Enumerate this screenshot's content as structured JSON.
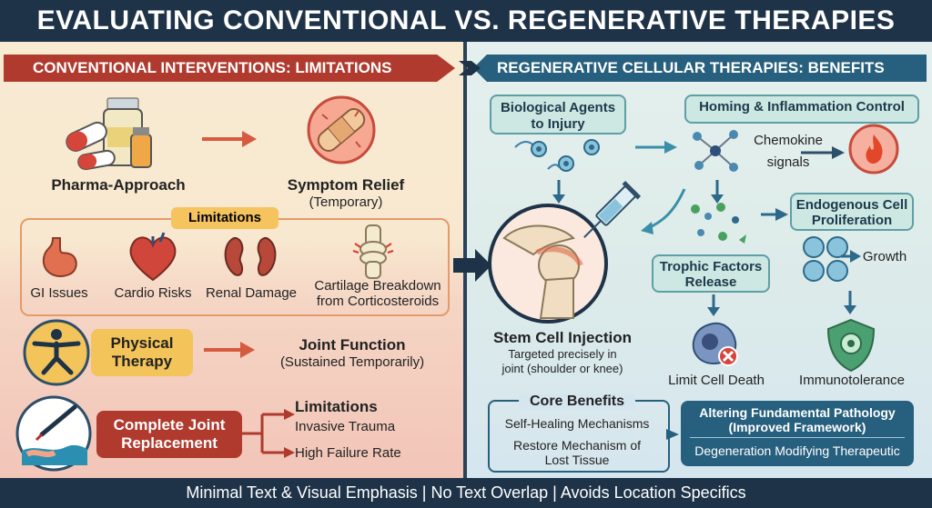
{
  "title": "EVALUATING CONVENTIONAL VS. REGENERATIVE THERAPIES",
  "footer": "Minimal Text & Visual Emphasis | No Text Overlap | Avoids Location Specifics",
  "left": {
    "header": "CONVENTIONAL INTERVENTIONS: LIMITATIONS",
    "pharma_label": "Pharma-Approach",
    "symptom_relief": "Symptom Relief",
    "temporary": "(Temporary)",
    "limitations_label": "Limitations",
    "limitations": [
      {
        "label": "GI Issues",
        "icon": "stomach-icon"
      },
      {
        "label": "Cardio Risks",
        "icon": "heart-icon"
      },
      {
        "label": "Renal Damage",
        "icon": "kidney-icon"
      },
      {
        "label": "Cartilage Breakdown from Corticosteroids",
        "icon": "knee-joint-icon"
      }
    ],
    "cartilage_line1": "Cartilage Breakdown",
    "cartilage_line2": "from Corticosteroids",
    "physical_therapy_line1": "Physical",
    "physical_therapy_line2": "Therapy",
    "joint_function": "Joint Function",
    "sustained": "(Sustained Temporarily)",
    "cjr_line1": "Complete Joint",
    "cjr_line2": "Replacement",
    "cjr_limitations_title": "Limitations",
    "cjr_limitations": [
      "Invasive Trauma",
      "High Failure Rate"
    ]
  },
  "right": {
    "header": "REGENERATIVE CELLULAR THERAPIES: BENEFITS",
    "bio_agents_line1": "Biological Agents",
    "bio_agents_line2": "to Injury",
    "homing": "Homing & Inflammation Control",
    "chemokine_line1": "Chemokine",
    "chemokine_line2": "signals",
    "endogenous_line1": "Endogenous Cell",
    "endogenous_line2": "Proliferation",
    "growth": "Growth",
    "trophic_line1": "Trophic Factors",
    "trophic_line2": "Release",
    "stem_cell": "Stem Cell Injection",
    "targeted_line1": "Targeted precisely in",
    "targeted_line2": "joint (shoulder or knee)",
    "limit_cell_death": "Limit Cell Death",
    "immunotolerance": "Immunotolerance",
    "core_benefits_title": "Core Benefits",
    "core_benefit1": "Self-Healing Mechanisms",
    "core_benefit2_line1": "Restore Mechanism of",
    "core_benefit2_line2": "Lost Tissue",
    "altering_line1": "Altering Fundamental Pathology",
    "altering_line2": "(Improved Framework)",
    "degeneration": "Degeneration Modifying Therapeutic"
  },
  "colors": {
    "navy": "#1e3348",
    "red_accent": "#b03a2e",
    "teal_accent": "#27607e",
    "yellow": "#f3c45a"
  }
}
